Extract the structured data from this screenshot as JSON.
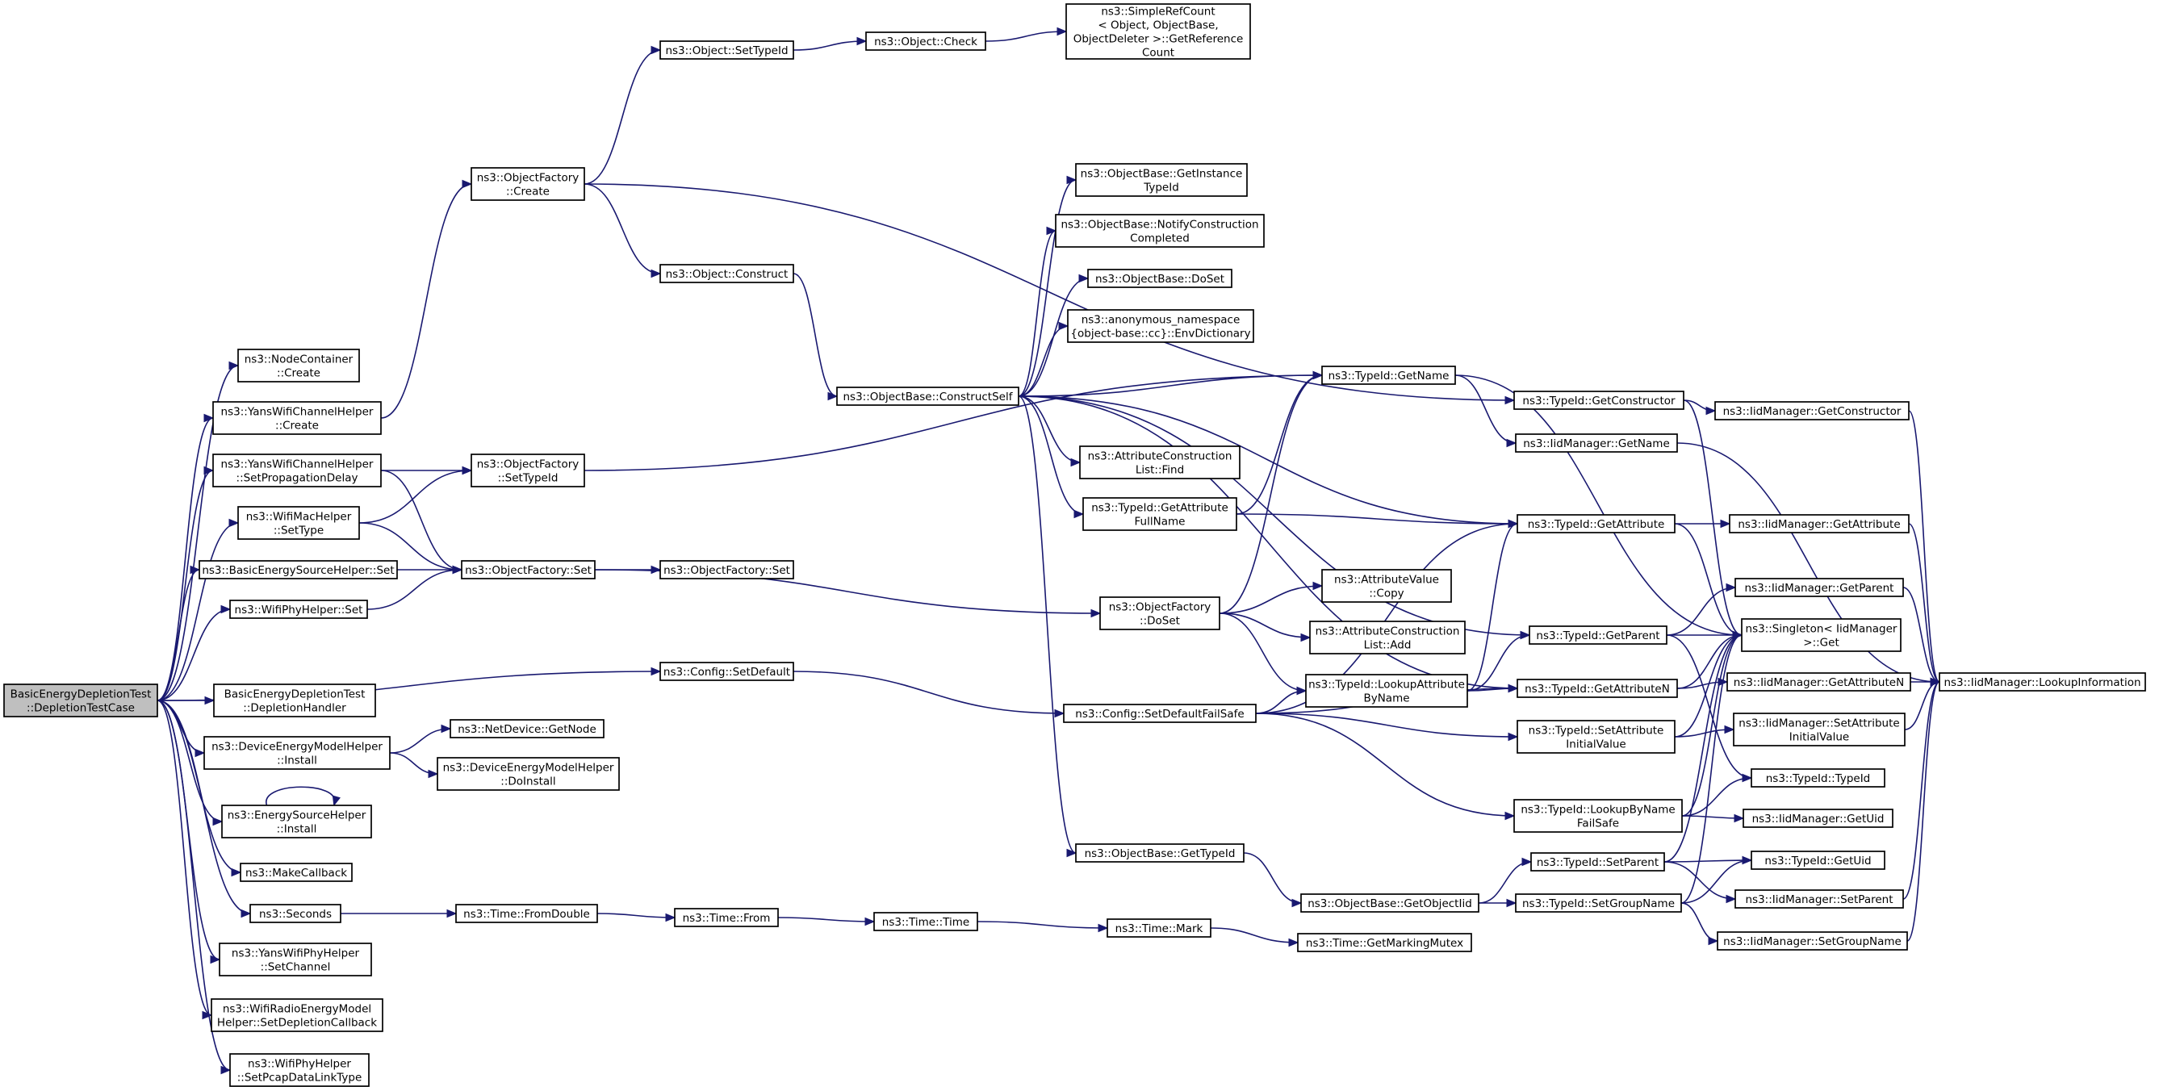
{
  "diagram": {
    "nodes": [
      {
        "id": "root",
        "lines": [
          "BasicEnergyDepletionTest",
          "::DepletionTestCase"
        ],
        "root": true
      },
      {
        "id": "nodecontainer_create",
        "lines": [
          "ns3::NodeContainer",
          "::Create"
        ]
      },
      {
        "id": "yanschan_create",
        "lines": [
          "ns3::YansWifiChannelHelper",
          "::Create"
        ]
      },
      {
        "id": "yanschan_setprop",
        "lines": [
          "ns3::YansWifiChannelHelper",
          "::SetPropagationDelay"
        ]
      },
      {
        "id": "wifimac_settype",
        "lines": [
          "ns3::WifiMacHelper",
          "::SetType"
        ]
      },
      {
        "id": "basicenergy_set",
        "lines": [
          "ns3::BasicEnergySourceHelper::Set"
        ]
      },
      {
        "id": "wifiphy_set",
        "lines": [
          "ns3::WifiPhyHelper::Set"
        ]
      },
      {
        "id": "depletionhandler",
        "lines": [
          "BasicEnergyDepletionTest",
          "::DepletionHandler"
        ]
      },
      {
        "id": "devenergy_install",
        "lines": [
          "ns3::DeviceEnergyModelHelper",
          "::Install"
        ]
      },
      {
        "id": "energysrc_install",
        "lines": [
          "ns3::EnergySourceHelper",
          "::Install"
        ]
      },
      {
        "id": "makecallback",
        "lines": [
          "ns3::MakeCallback"
        ]
      },
      {
        "id": "seconds",
        "lines": [
          "ns3::Seconds"
        ]
      },
      {
        "id": "yansphy_setchannel",
        "lines": [
          "ns3::YansWifiPhyHelper",
          "::SetChannel"
        ]
      },
      {
        "id": "wifiradio_setdepl",
        "lines": [
          "ns3::WifiRadioEnergyModel",
          "Helper::SetDepletionCallback"
        ]
      },
      {
        "id": "wifiphy_setpcap",
        "lines": [
          "ns3::WifiPhyHelper",
          "::SetPcapDataLinkType"
        ]
      },
      {
        "id": "objfactory_create",
        "lines": [
          "ns3::ObjectFactory",
          "::Create"
        ]
      },
      {
        "id": "objfactory_settypeid",
        "lines": [
          "ns3::ObjectFactory",
          "::SetTypeId"
        ]
      },
      {
        "id": "objfactory_set",
        "lines": [
          "ns3::ObjectFactory::Set"
        ]
      },
      {
        "id": "config_setdefault",
        "lines": [
          "ns3::Config::SetDefault"
        ]
      },
      {
        "id": "netdevice_getnode",
        "lines": [
          "ns3::NetDevice::GetNode"
        ]
      },
      {
        "id": "devenergy_doinstall",
        "lines": [
          "ns3::DeviceEnergyModelHelper",
          "::DoInstall"
        ]
      },
      {
        "id": "time_fromdouble",
        "lines": [
          "ns3::Time::FromDouble"
        ]
      },
      {
        "id": "object_settypeid",
        "lines": [
          "ns3::Object::SetTypeId"
        ]
      },
      {
        "id": "object_construct",
        "lines": [
          "ns3::Object::Construct"
        ]
      },
      {
        "id": "objfactory_set2",
        "lines": [
          "ns3::ObjectFactory::Set"
        ]
      },
      {
        "id": "time_from",
        "lines": [
          "ns3::Time::From"
        ]
      },
      {
        "id": "object_check",
        "lines": [
          "ns3::Object::Check"
        ]
      },
      {
        "id": "objbase_constructself",
        "lines": [
          "ns3::ObjectBase::ConstructSelf"
        ]
      },
      {
        "id": "time_time",
        "lines": [
          "ns3::Time::Time"
        ]
      },
      {
        "id": "simplerefcount",
        "lines": [
          "ns3::SimpleRefCount",
          "< Object, ObjectBase,",
          "ObjectDeleter >::GetReference",
          "Count"
        ]
      },
      {
        "id": "objbase_getinstance",
        "lines": [
          "ns3::ObjectBase::GetInstance",
          "TypeId"
        ]
      },
      {
        "id": "objbase_notify",
        "lines": [
          "ns3::ObjectBase::NotifyConstruction",
          "Completed"
        ]
      },
      {
        "id": "objbase_doset",
        "lines": [
          "ns3::ObjectBase::DoSet"
        ]
      },
      {
        "id": "anon_envdict",
        "lines": [
          "ns3::anonymous_namespace",
          "{object-base::cc}::EnvDictionary"
        ]
      },
      {
        "id": "attrconstr_find",
        "lines": [
          "ns3::AttributeConstruction",
          "List::Find"
        ]
      },
      {
        "id": "typeid_getattrfullname",
        "lines": [
          "ns3::TypeId::GetAttribute",
          "FullName"
        ]
      },
      {
        "id": "objfactory_doset",
        "lines": [
          "ns3::ObjectFactory",
          "::DoSet"
        ]
      },
      {
        "id": "config_setdefaultfailsafe",
        "lines": [
          "ns3::Config::SetDefaultFailSafe"
        ]
      },
      {
        "id": "objbase_gettypeid",
        "lines": [
          "ns3::ObjectBase::GetTypeId"
        ]
      },
      {
        "id": "time_mark",
        "lines": [
          "ns3::Time::Mark"
        ]
      },
      {
        "id": "typeid_getname",
        "lines": [
          "ns3::TypeId::GetName"
        ]
      },
      {
        "id": "attrvalue_copy",
        "lines": [
          "ns3::AttributeValue",
          "::Copy"
        ]
      },
      {
        "id": "attrconstr_add",
        "lines": [
          "ns3::AttributeConstruction",
          "List::Add"
        ]
      },
      {
        "id": "typeid_lookupattr",
        "lines": [
          "ns3::TypeId::LookupAttribute",
          "ByName"
        ]
      },
      {
        "id": "objbase_getobjectiid",
        "lines": [
          "ns3::ObjectBase::GetObjectIid"
        ]
      },
      {
        "id": "time_getmarkingmutex",
        "lines": [
          "ns3::Time::GetMarkingMutex"
        ]
      },
      {
        "id": "typeid_getconstructor",
        "lines": [
          "ns3::TypeId::GetConstructor"
        ]
      },
      {
        "id": "iid_getname",
        "lines": [
          "ns3::IidManager::GetName"
        ]
      },
      {
        "id": "typeid_getattribute",
        "lines": [
          "ns3::TypeId::GetAttribute"
        ]
      },
      {
        "id": "typeid_getparent",
        "lines": [
          "ns3::TypeId::GetParent"
        ]
      },
      {
        "id": "typeid_getattributen",
        "lines": [
          "ns3::TypeId::GetAttributeN"
        ]
      },
      {
        "id": "typeid_setattrinit",
        "lines": [
          "ns3::TypeId::SetAttribute",
          "InitialValue"
        ]
      },
      {
        "id": "typeid_lookupbyname",
        "lines": [
          "ns3::TypeId::LookupByName",
          "FailSafe"
        ]
      },
      {
        "id": "typeid_setparent",
        "lines": [
          "ns3::TypeId::SetParent"
        ]
      },
      {
        "id": "typeid_setgroupname",
        "lines": [
          "ns3::TypeId::SetGroupName"
        ]
      },
      {
        "id": "iid_getconstructor",
        "lines": [
          "ns3::IidManager::GetConstructor"
        ]
      },
      {
        "id": "iid_getattribute",
        "lines": [
          "ns3::IidManager::GetAttribute"
        ]
      },
      {
        "id": "iid_getparent",
        "lines": [
          "ns3::IidManager::GetParent"
        ]
      },
      {
        "id": "singleton_get",
        "lines": [
          "ns3::Singleton< IidManager",
          ">::Get"
        ]
      },
      {
        "id": "iid_getattributen",
        "lines": [
          "ns3::IidManager::GetAttributeN"
        ]
      },
      {
        "id": "iid_setattrinit",
        "lines": [
          "ns3::IidManager::SetAttribute",
          "InitialValue"
        ]
      },
      {
        "id": "typeid_typeid",
        "lines": [
          "ns3::TypeId::TypeId"
        ]
      },
      {
        "id": "iid_getuid",
        "lines": [
          "ns3::IidManager::GetUid"
        ]
      },
      {
        "id": "typeid_getuid",
        "lines": [
          "ns3::TypeId::GetUid"
        ]
      },
      {
        "id": "iid_setparent",
        "lines": [
          "ns3::IidManager::SetParent"
        ]
      },
      {
        "id": "iid_setgroupname",
        "lines": [
          "ns3::IidManager::SetGroupName"
        ]
      },
      {
        "id": "iid_lookupinfo",
        "lines": [
          "ns3::IidManager::LookupInformation"
        ]
      }
    ],
    "edges": [
      [
        "root",
        "nodecontainer_create"
      ],
      [
        "root",
        "yanschan_create"
      ],
      [
        "root",
        "yanschan_setprop"
      ],
      [
        "root",
        "wifimac_settype"
      ],
      [
        "root",
        "basicenergy_set"
      ],
      [
        "root",
        "wifiphy_set"
      ],
      [
        "root",
        "config_setdefault"
      ],
      [
        "root",
        "depletionhandler"
      ],
      [
        "root",
        "devenergy_install"
      ],
      [
        "root",
        "energysrc_install"
      ],
      [
        "root",
        "makecallback"
      ],
      [
        "root",
        "seconds"
      ],
      [
        "root",
        "yansphy_setchannel"
      ],
      [
        "root",
        "wifiradio_setdepl"
      ],
      [
        "root",
        "wifiphy_setpcap"
      ],
      [
        "yanschan_create",
        "objfactory_create"
      ],
      [
        "yanschan_setprop",
        "objfactory_settypeid"
      ],
      [
        "yanschan_setprop",
        "objfactory_set"
      ],
      [
        "wifimac_settype",
        "objfactory_settypeid"
      ],
      [
        "wifimac_settype",
        "objfactory_set"
      ],
      [
        "basicenergy_set",
        "objfactory_set"
      ],
      [
        "wifiphy_set",
        "objfactory_set"
      ],
      [
        "devenergy_install",
        "netdevice_getnode"
      ],
      [
        "devenergy_install",
        "devenergy_doinstall"
      ],
      [
        "energysrc_install",
        "energysrc_install"
      ],
      [
        "seconds",
        "time_fromdouble"
      ],
      [
        "objfactory_create",
        "object_settypeid"
      ],
      [
        "objfactory_create",
        "object_construct"
      ],
      [
        "objfactory_create",
        "typeid_getconstructor"
      ],
      [
        "objfactory_settypeid",
        "typeid_getname"
      ],
      [
        "objfactory_set",
        "objfactory_set2"
      ],
      [
        "objfactory_set",
        "objfactory_doset"
      ],
      [
        "config_setdefault",
        "config_setdefaultfailsafe"
      ],
      [
        "time_fromdouble",
        "time_from"
      ],
      [
        "time_from",
        "time_time"
      ],
      [
        "time_time",
        "time_mark"
      ],
      [
        "time_mark",
        "time_getmarkingmutex"
      ],
      [
        "object_settypeid",
        "object_check"
      ],
      [
        "object_check",
        "simplerefcount"
      ],
      [
        "object_construct",
        "objbase_constructself"
      ],
      [
        "objbase_constructself",
        "objbase_getinstance"
      ],
      [
        "objbase_constructself",
        "objbase_notify"
      ],
      [
        "objbase_constructself",
        "objbase_doset"
      ],
      [
        "objbase_constructself",
        "anon_envdict"
      ],
      [
        "objbase_constructself",
        "typeid_getname"
      ],
      [
        "objbase_constructself",
        "attrconstr_find"
      ],
      [
        "objbase_constructself",
        "typeid_getattrfullname"
      ],
      [
        "objbase_constructself",
        "typeid_getattribute"
      ],
      [
        "objbase_constructself",
        "typeid_getparent"
      ],
      [
        "objbase_constructself",
        "typeid_getattributen"
      ],
      [
        "objbase_constructself",
        "objbase_gettypeid"
      ],
      [
        "typeid_getattrfullname",
        "typeid_getname"
      ],
      [
        "typeid_getattrfullname",
        "typeid_getattribute"
      ],
      [
        "objfactory_doset",
        "attrvalue_copy"
      ],
      [
        "objfactory_doset",
        "attrconstr_add"
      ],
      [
        "objfactory_doset",
        "typeid_lookupattr"
      ],
      [
        "objfactory_doset",
        "typeid_getname"
      ],
      [
        "config_setdefaultfailsafe",
        "typeid_lookupattr"
      ],
      [
        "config_setdefaultfailsafe",
        "typeid_getattributen"
      ],
      [
        "config_setdefaultfailsafe",
        "typeid_setattrinit"
      ],
      [
        "config_setdefaultfailsafe",
        "typeid_lookupbyname"
      ],
      [
        "config_setdefaultfailsafe",
        "typeid_getattribute"
      ],
      [
        "typeid_lookupattr",
        "typeid_getattribute"
      ],
      [
        "typeid_lookupattr",
        "typeid_getparent"
      ],
      [
        "typeid_lookupattr",
        "typeid_getattributen"
      ],
      [
        "objbase_gettypeid",
        "objbase_getobjectiid"
      ],
      [
        "objbase_getobjectiid",
        "typeid_setparent"
      ],
      [
        "objbase_getobjectiid",
        "typeid_setgroupname"
      ],
      [
        "typeid_getname",
        "iid_getname"
      ],
      [
        "typeid_getname",
        "singleton_get"
      ],
      [
        "typeid_getconstructor",
        "iid_getconstructor"
      ],
      [
        "typeid_getconstructor",
        "singleton_get"
      ],
      [
        "iid_getname",
        "iid_lookupinfo"
      ],
      [
        "typeid_getattribute",
        "iid_getattribute"
      ],
      [
        "typeid_getattribute",
        "singleton_get"
      ],
      [
        "typeid_getparent",
        "iid_getparent"
      ],
      [
        "typeid_getparent",
        "singleton_get"
      ],
      [
        "typeid_getparent",
        "typeid_typeid"
      ],
      [
        "typeid_getattributen",
        "iid_getattributen"
      ],
      [
        "typeid_getattributen",
        "singleton_get"
      ],
      [
        "typeid_setattrinit",
        "iid_setattrinit"
      ],
      [
        "typeid_setattrinit",
        "singleton_get"
      ],
      [
        "typeid_lookupbyname",
        "singleton_get"
      ],
      [
        "typeid_lookupbyname",
        "typeid_typeid"
      ],
      [
        "typeid_lookupbyname",
        "iid_getuid"
      ],
      [
        "typeid_setparent",
        "typeid_getuid"
      ],
      [
        "typeid_setparent",
        "iid_setparent"
      ],
      [
        "typeid_setparent",
        "singleton_get"
      ],
      [
        "typeid_setgroupname",
        "typeid_getuid"
      ],
      [
        "typeid_setgroupname",
        "iid_setgroupname"
      ],
      [
        "typeid_setgroupname",
        "singleton_get"
      ],
      [
        "iid_getconstructor",
        "iid_lookupinfo"
      ],
      [
        "iid_getattribute",
        "iid_lookupinfo"
      ],
      [
        "iid_getparent",
        "iid_lookupinfo"
      ],
      [
        "iid_getattributen",
        "iid_lookupinfo"
      ],
      [
        "iid_setattrinit",
        "iid_lookupinfo"
      ],
      [
        "iid_setparent",
        "iid_lookupinfo"
      ],
      [
        "iid_setgroupname",
        "iid_lookupinfo"
      ]
    ]
  }
}
